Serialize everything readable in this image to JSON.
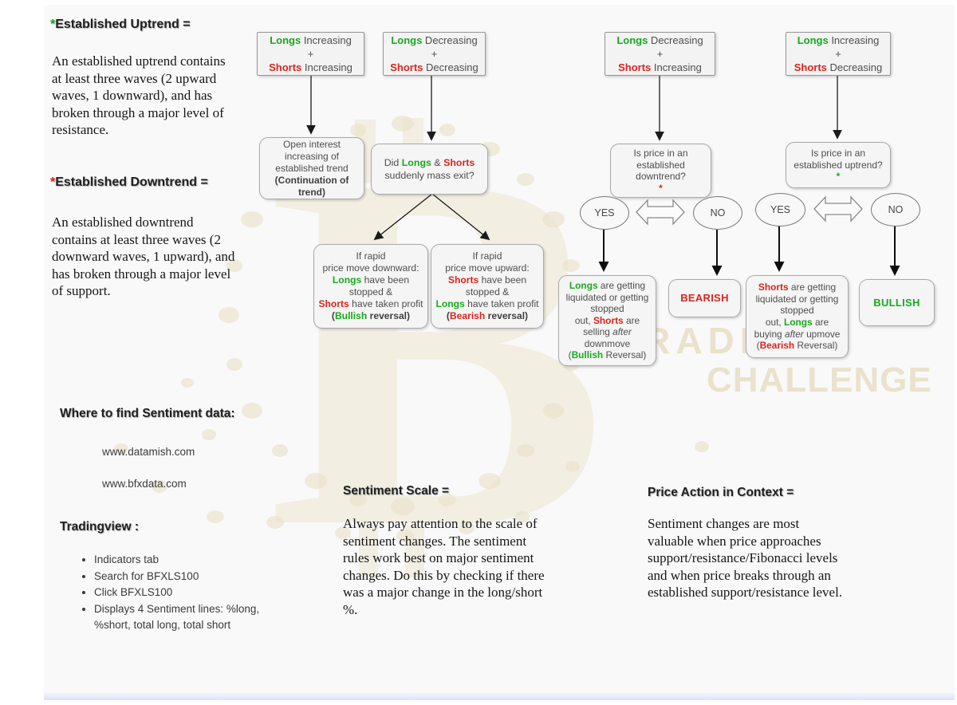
{
  "colors": {
    "green": "#17a81c",
    "red": "#d9251d",
    "watermark_beige": "#e9e1c7",
    "box_text_gray": "#4e4e4e"
  },
  "definitions": {
    "uptrend": {
      "heading": [
        [
          [
            "*",
            "g"
          ],
          [
            "Established Uptrend ="
          ]
        ]
      ],
      "body": "An established uptrend contains at least three waves (2 upward waves, 1 downward), and has broken through a major level of resistance."
    },
    "downtrend": {
      "heading": [
        [
          [
            "*",
            "r"
          ],
          [
            "Established Downtrend ="
          ]
        ]
      ],
      "body": "An established downtrend contains at least three waves (2 downward waves, 1 upward), and has broken through a major level of support."
    }
  },
  "flow": {
    "top_boxes": [
      {
        "lines": [
          [
            [
              "Longs",
              "g"
            ],
            [
              " Increasing"
            ]
          ],
          [
            [
              "+"
            ]
          ],
          [
            [
              "Shorts",
              "r"
            ],
            [
              " Increasing"
            ]
          ]
        ]
      },
      {
        "lines": [
          [
            [
              "Longs",
              "g"
            ],
            [
              " Decreasing"
            ]
          ],
          [
            [
              "+"
            ]
          ],
          [
            [
              "Shorts",
              "r"
            ],
            [
              " Decreasing"
            ]
          ]
        ]
      },
      {
        "lines": [
          [
            [
              "Longs",
              "g"
            ],
            [
              " Decreasing"
            ]
          ],
          [
            [
              "+"
            ]
          ],
          [
            [
              "Shorts",
              "r"
            ],
            [
              " Increasing"
            ]
          ]
        ]
      },
      {
        "lines": [
          [
            [
              "Longs",
              "g"
            ],
            [
              " Increasing"
            ]
          ],
          [
            [
              "+"
            ]
          ],
          [
            [
              "Shorts",
              "r"
            ],
            [
              " Decreasing"
            ]
          ]
        ]
      }
    ],
    "open_interest": {
      "lines": [
        [
          [
            "Open interest"
          ]
        ],
        [
          [
            "increasing of"
          ]
        ],
        [
          [
            "established trend"
          ]
        ],
        [
          [
            "(Continuation of",
            "b"
          ]
        ],
        [
          [
            "trend)",
            "b"
          ]
        ]
      ]
    },
    "mass_exit": {
      "lines": [
        [
          [
            "Did "
          ],
          [
            "Longs",
            "g"
          ],
          [
            " & "
          ],
          [
            "Shorts",
            "r"
          ]
        ],
        [
          [
            "suddenly mass exit?"
          ]
        ]
      ]
    },
    "downtrend_question": {
      "lines": [
        [
          [
            "Is price in an"
          ]
        ],
        [
          [
            "established"
          ]
        ],
        [
          [
            "downtrend?"
          ]
        ],
        [
          [
            "*",
            "r"
          ]
        ]
      ]
    },
    "uptrend_question": {
      "lines": [
        [
          [
            "Is price in an"
          ]
        ],
        [
          [
            "established uptrend?"
          ]
        ],
        [
          [
            "*",
            "g"
          ]
        ]
      ]
    },
    "rapid_down": {
      "lines": [
        [
          [
            "If rapid"
          ]
        ],
        [
          [
            "price move downward:"
          ]
        ],
        [
          [
            "Longs",
            "g"
          ],
          [
            " have been"
          ]
        ],
        [
          [
            "stopped &"
          ]
        ],
        [
          [
            "Shorts",
            "r"
          ],
          [
            " have taken profit"
          ]
        ],
        [
          [
            "(",
            "b"
          ],
          [
            "Bullish",
            "g"
          ],
          [
            " reversal)",
            "b"
          ]
        ]
      ]
    },
    "rapid_up": {
      "lines": [
        [
          [
            "If rapid"
          ]
        ],
        [
          [
            "price move upward:"
          ]
        ],
        [
          [
            "Shorts",
            "r"
          ],
          [
            " have been"
          ]
        ],
        [
          [
            "stopped &"
          ]
        ],
        [
          [
            "Longs",
            "g"
          ],
          [
            " have taken profit"
          ]
        ],
        [
          [
            "(",
            "b"
          ],
          [
            "Bearish",
            "r"
          ],
          [
            " reversal)",
            "b"
          ]
        ]
      ]
    },
    "longs_liquidated": {
      "lines": [
        [
          [
            "Longs",
            "g"
          ],
          [
            " are getting"
          ]
        ],
        [
          [
            "liquidated or getting"
          ]
        ],
        [
          [
            "stopped"
          ]
        ],
        [
          [
            "out, "
          ],
          [
            "Shorts",
            "r"
          ],
          [
            " are"
          ]
        ],
        [
          [
            "selling "
          ],
          [
            "after",
            "i"
          ]
        ],
        [
          [
            "downmove"
          ]
        ],
        [
          [
            "("
          ],
          [
            "Bullish",
            "g"
          ],
          [
            " Reversal)"
          ]
        ]
      ]
    },
    "shorts_liquidated": {
      "lines": [
        [
          [
            "Shorts",
            "r"
          ],
          [
            " are getting"
          ]
        ],
        [
          [
            "liquidated or getting"
          ]
        ],
        [
          [
            "stopped"
          ]
        ],
        [
          [
            "out, "
          ],
          [
            "Longs",
            "g"
          ],
          [
            " are"
          ]
        ],
        [
          [
            "buying "
          ],
          [
            "after",
            "i"
          ],
          [
            " upmove"
          ]
        ],
        [
          [
            "("
          ],
          [
            "Bearish",
            "r"
          ],
          [
            " Reversal)"
          ]
        ]
      ]
    },
    "bearish_label": "BEARISH",
    "bullish_label": "BULLISH",
    "branch_a": {
      "yes": "YES",
      "no": "NO"
    },
    "branch_b": {
      "yes": "YES",
      "no": "NO"
    }
  },
  "sources": {
    "heading": "Where to find Sentiment data:",
    "links": [
      "www.datamish.com",
      "www.bfxdata.com"
    ]
  },
  "tradingview": {
    "heading": "Tradingview :",
    "items": [
      "Indicators tab",
      "Search for BFXLS100",
      "Click BFXLS100",
      "Displays 4 Sentiment lines: %long, %short, total long, total short"
    ]
  },
  "sentiment_scale": {
    "heading": "Sentiment Scale =",
    "body": "Always pay attention to the scale of sentiment changes. The sentiment rules work best on major sentiment changes. Do this by checking if there was a major change in the long/short %."
  },
  "price_action": {
    "heading": "Price Action in Context =",
    "body": "Sentiment changes are most valuable when price approaches support/resistance/Fibonacci levels and when price breaks through an established support/resistance level."
  },
  "watermark": {
    "letter": "B",
    "line1": "TRADING",
    "line2": "CHALLENGE"
  }
}
